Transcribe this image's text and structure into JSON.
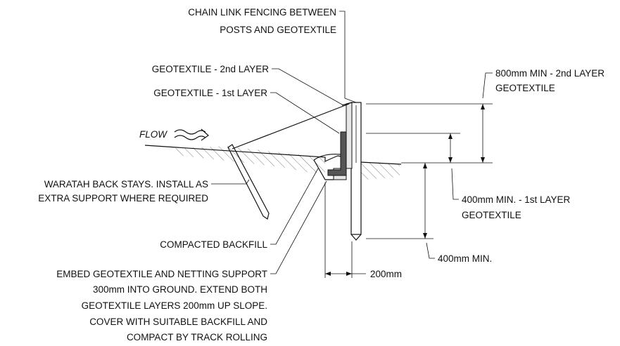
{
  "labels": {
    "chain_link_1": "CHAIN LINK FENCING BETWEEN",
    "chain_link_2": "POSTS AND GEOTEXTILE",
    "geotextile_2nd": "GEOTEXTILE - 2nd LAYER",
    "geotextile_1st": "GEOTEXTILE - 1st LAYER",
    "flow": "FLOW",
    "waratah_1": "WARATAH BACK STAYS. INSTALL AS",
    "waratah_2": "EXTRA SUPPORT WHERE REQUIRED",
    "compacted_backfill": "COMPACTED BACKFILL",
    "embed_1": "EMBED GEOTEXTILE AND NETTING SUPPORT",
    "embed_2": "300mm INTO GROUND. EXTEND BOTH",
    "embed_3": "GEOTEXTILE LAYERS 200mm UP SLOPE.",
    "embed_4": "COVER WITH SUITABLE BACKFILL AND",
    "embed_5": "COMPACT BY TRACK ROLLING"
  },
  "dimensions": {
    "height_2nd_1": "800mm MIN - 2nd LAYER",
    "height_2nd_2": "GEOTEXTILE",
    "height_1st_1": "400mm MIN. - 1st LAYER",
    "height_1st_2": "GEOTEXTILE",
    "embed_depth": "400mm MIN.",
    "width": "200mm"
  },
  "colors": {
    "line": "#111111",
    "geotextile_fill": "#555555",
    "background": "#ffffff"
  }
}
